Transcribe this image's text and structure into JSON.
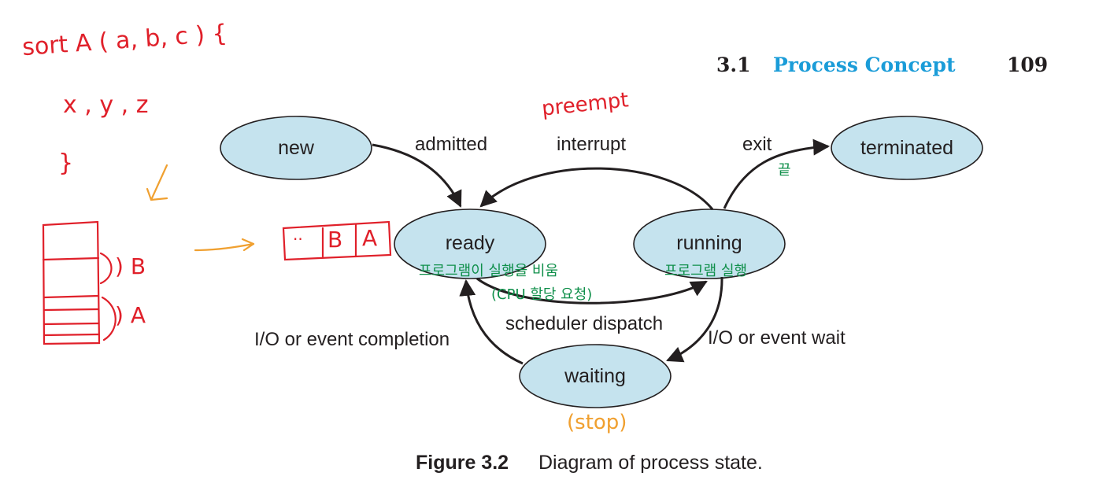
{
  "header": {
    "section_number": "3.1",
    "section_title": "Process Concept",
    "page_number": "109"
  },
  "states": {
    "new": "new",
    "ready": "ready",
    "running": "running",
    "waiting": "waiting",
    "terminated": "terminated"
  },
  "transitions": {
    "admitted": "admitted",
    "interrupt": "interrupt",
    "exit": "exit",
    "scheduler_dispatch": "scheduler dispatch",
    "io_event_wait": "I/O or event wait",
    "io_event_completion": "I/O or event completion"
  },
  "caption": {
    "label": "Figure 3.2",
    "text": "Diagram of process state."
  },
  "annotations": {
    "function_signature": "sort A ( a, b, c ) {",
    "variables": "x , y , z",
    "closing_brace": "}",
    "stack_frame_b": ") B",
    "stack_frame_a": ") A",
    "queue_dots": "··",
    "queue_b": "B",
    "queue_a": "A",
    "preempt": "preempt",
    "end_note": "끝",
    "ready_note": "프로그램이 실행을 비움",
    "cpu_request": "(CPU 할당 요청)",
    "running_note": "프로그램 실행",
    "stop_note": "(stop)"
  },
  "colors": {
    "node_fill": "#c5e3ee",
    "header_accent": "#1a9cd8",
    "red_ink": "#e0202a",
    "orange_ink": "#f0a030",
    "green_ink": "#0f8f4a"
  }
}
